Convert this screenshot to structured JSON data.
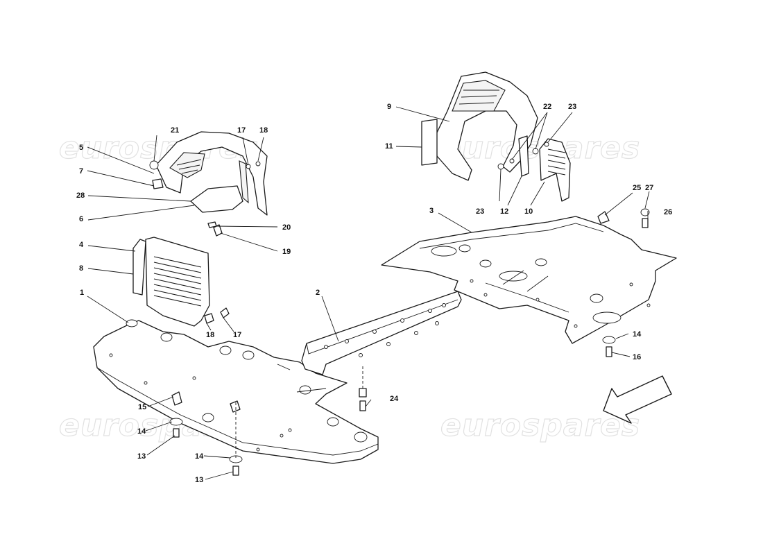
{
  "watermark": {
    "text": "eurospares"
  },
  "callouts": {
    "c1": "1",
    "c2": "2",
    "c3": "3",
    "c4": "4",
    "c5": "5",
    "c6": "6",
    "c7": "7",
    "c8": "8",
    "c9": "9",
    "c10": "10",
    "c11": "11",
    "c12": "12",
    "c13a": "13",
    "c13b": "13",
    "c14a": "14",
    "c14b": "14",
    "c14c": "14",
    "c15": "15",
    "c16": "16",
    "c17a": "17",
    "c17b": "17",
    "c18a": "18",
    "c18b": "18",
    "c19": "19",
    "c20": "20",
    "c21": "21",
    "c22": "22",
    "c23a": "23",
    "c23b": "23",
    "c24": "24",
    "c25": "25",
    "c26": "26",
    "c27": "27",
    "c28": "28"
  }
}
